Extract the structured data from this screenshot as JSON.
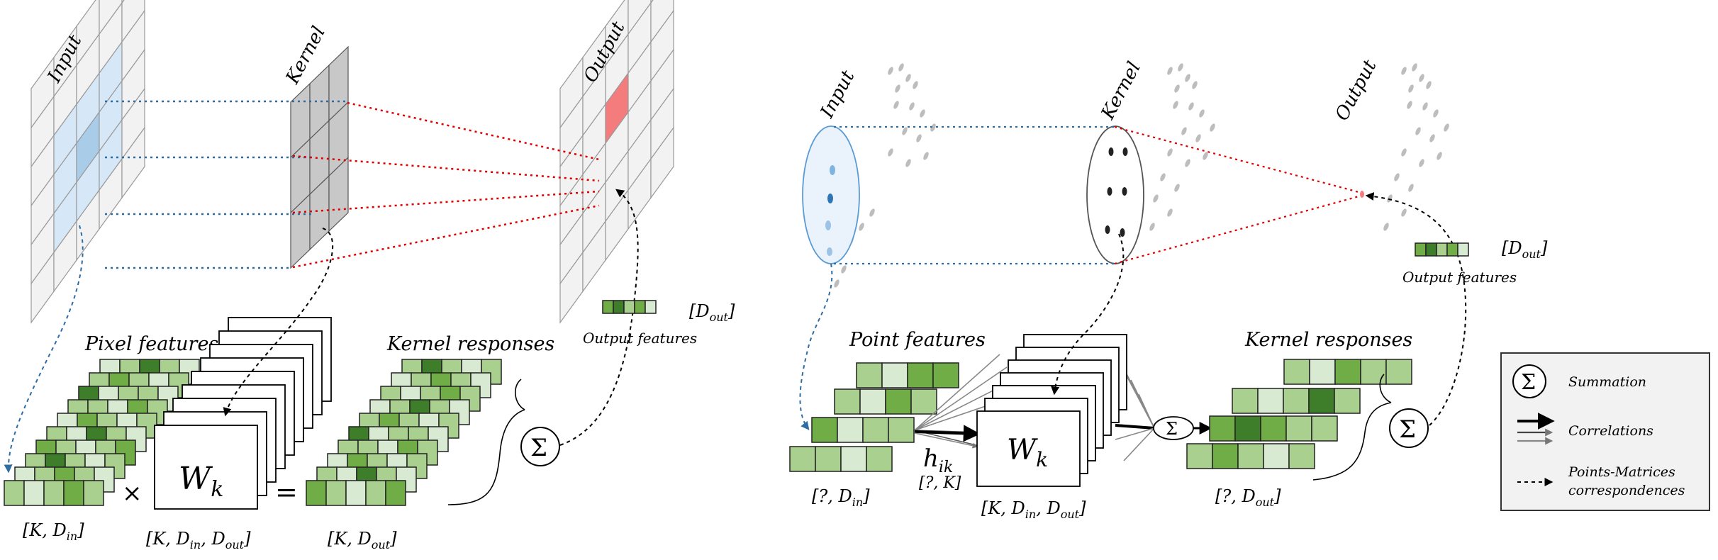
{
  "left": {
    "grid_labels": {
      "input": "Input",
      "kernel": "Kernel",
      "output": "Output"
    },
    "pixel_features": "Pixel features",
    "kernel_responses": "Kernel responses",
    "output_features": "Output features",
    "dim_in": "[K, D",
    "dim_in_sub": "in",
    "dim_w": "[K, D",
    "dim_w_sub1": "in",
    "dim_w_mid": ", D",
    "dim_w_sub2": "out",
    "dim_out": "[K, D",
    "dim_out_sub": "out",
    "dout": "[D",
    "dout_sub": "out",
    "times": "×",
    "equals": "=",
    "wk": "W",
    "wk_sub": "k",
    "sigma": "Σ"
  },
  "right": {
    "grid_labels": {
      "input": "Input",
      "kernel": "Kernel",
      "output": "Output"
    },
    "point_features": "Point features",
    "kernel_responses": "Kernel responses",
    "output_features": "Output features",
    "dim_in": "[?, D",
    "dim_in_sub": "in",
    "hik": "h",
    "hik_sub": "ik",
    "hik_dim": "[?, K]",
    "dim_w": "[K, D",
    "dim_w_sub1": "in",
    "dim_w_mid": ", D",
    "dim_w_sub2": "out",
    "dim_out": "[?, D",
    "dim_out_sub": "out",
    "dout": "[D",
    "dout_sub": "out",
    "wk": "W",
    "wk_sub": "k",
    "sigma": "Σ"
  },
  "legend": {
    "summation": "Summation",
    "correlations": "Correlations",
    "correspondences_1": "Points-Matrices",
    "correspondences_2": "correspondences",
    "sigma": "Σ"
  },
  "colors": {
    "blue_light": "#d6e8f7",
    "blue_mid": "#a9cce9",
    "red_cell": "#f47c7c",
    "kernel_gray": "#c8c8c8",
    "green_dark": "#3e7d2a",
    "green_mid": "#70ad47",
    "green_light": "#a9d08e",
    "green_pale": "#d9ead3"
  }
}
